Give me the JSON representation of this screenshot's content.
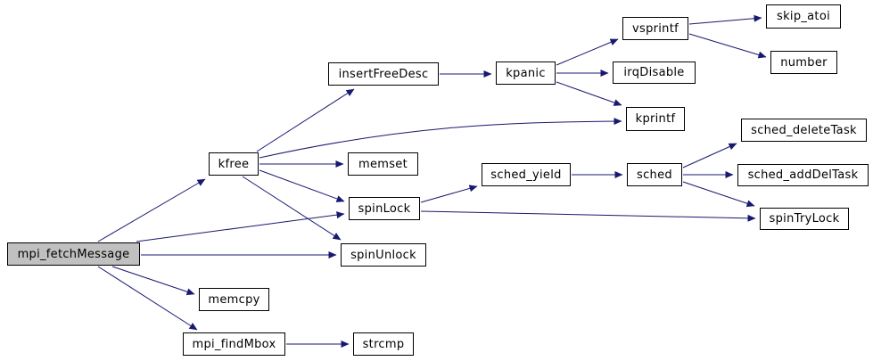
{
  "diagram": {
    "type": "call-graph",
    "root": "mpi_fetchMessage",
    "colors": {
      "edge": "#191970",
      "node_border": "#000000",
      "node_fill": "#ffffff",
      "highlight_fill": "#c0c0c0",
      "text": "#000000",
      "background": "#ffffff"
    },
    "nodes": [
      {
        "id": "mpi_fetchMessage",
        "label": "mpi_fetchMessage",
        "highlighted": true
      },
      {
        "id": "kfree",
        "label": "kfree",
        "highlighted": false
      },
      {
        "id": "insertFreeDesc",
        "label": "insertFreeDesc",
        "highlighted": false
      },
      {
        "id": "kpanic",
        "label": "kpanic",
        "highlighted": false
      },
      {
        "id": "vsprintf",
        "label": "vsprintf",
        "highlighted": false
      },
      {
        "id": "skip_atoi",
        "label": "skip_atoi",
        "highlighted": false
      },
      {
        "id": "number",
        "label": "number",
        "highlighted": false
      },
      {
        "id": "irqDisable",
        "label": "irqDisable",
        "highlighted": false
      },
      {
        "id": "kprintf",
        "label": "kprintf",
        "highlighted": false
      },
      {
        "id": "memset",
        "label": "memset",
        "highlighted": false
      },
      {
        "id": "spinLock",
        "label": "spinLock",
        "highlighted": false
      },
      {
        "id": "spinUnlock",
        "label": "spinUnlock",
        "highlighted": false
      },
      {
        "id": "sched_yield",
        "label": "sched_yield",
        "highlighted": false
      },
      {
        "id": "sched",
        "label": "sched",
        "highlighted": false
      },
      {
        "id": "sched_deleteTask",
        "label": "sched_deleteTask",
        "highlighted": false
      },
      {
        "id": "sched_addDelTask",
        "label": "sched_addDelTask",
        "highlighted": false
      },
      {
        "id": "spinTryLock",
        "label": "spinTryLock",
        "highlighted": false
      },
      {
        "id": "memcpy",
        "label": "memcpy",
        "highlighted": false
      },
      {
        "id": "mpi_findMbox",
        "label": "mpi_findMbox",
        "highlighted": false
      },
      {
        "id": "strcmp",
        "label": "strcmp",
        "highlighted": false
      }
    ],
    "edges": [
      {
        "from": "mpi_fetchMessage",
        "to": "kfree"
      },
      {
        "from": "mpi_fetchMessage",
        "to": "spinLock"
      },
      {
        "from": "mpi_fetchMessage",
        "to": "spinUnlock"
      },
      {
        "from": "mpi_fetchMessage",
        "to": "memcpy"
      },
      {
        "from": "mpi_fetchMessage",
        "to": "mpi_findMbox"
      },
      {
        "from": "kfree",
        "to": "insertFreeDesc"
      },
      {
        "from": "kfree",
        "to": "kprintf"
      },
      {
        "from": "kfree",
        "to": "memset"
      },
      {
        "from": "kfree",
        "to": "spinLock"
      },
      {
        "from": "kfree",
        "to": "spinUnlock"
      },
      {
        "from": "insertFreeDesc",
        "to": "kpanic"
      },
      {
        "from": "kpanic",
        "to": "vsprintf"
      },
      {
        "from": "kpanic",
        "to": "irqDisable"
      },
      {
        "from": "kpanic",
        "to": "kprintf"
      },
      {
        "from": "vsprintf",
        "to": "skip_atoi"
      },
      {
        "from": "vsprintf",
        "to": "number"
      },
      {
        "from": "spinLock",
        "to": "sched_yield"
      },
      {
        "from": "spinLock",
        "to": "spinTryLock"
      },
      {
        "from": "sched_yield",
        "to": "sched"
      },
      {
        "from": "sched",
        "to": "sched_deleteTask"
      },
      {
        "from": "sched",
        "to": "sched_addDelTask"
      },
      {
        "from": "sched",
        "to": "spinTryLock"
      },
      {
        "from": "mpi_findMbox",
        "to": "strcmp"
      }
    ]
  }
}
